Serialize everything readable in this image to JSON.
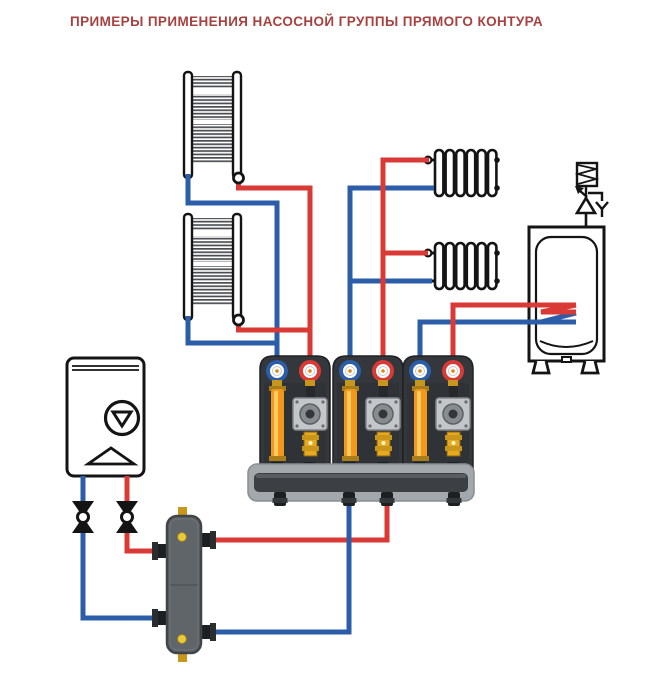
{
  "title": "ПРИМЕРЫ ПРИМЕНЕНИЯ НАСОСНОЙ ГРУППЫ ПРЯМОГО КОНТУРА",
  "colors": {
    "background": "#ffffff",
    "title_text": "#a84040",
    "supply_pipe_red": "#d93a35",
    "return_pipe_blue": "#2b5da8",
    "component_outline_black": "#141414",
    "pump_group_body": "#34383c",
    "manifold_plate": "#a3a8ac",
    "manifold_bar": "#3c4044",
    "separator_body": "#5f6569",
    "brass_orange": "#f2991d",
    "brass_dark": "#c9961c",
    "sensor_yellow": "#e7c93c",
    "pump_flange_gray": "#c3c7ca"
  },
  "components": {
    "boiler": "wall-boiler",
    "towel_radiator_count": 2,
    "section_radiator_count": 2,
    "section_radiator_sections": 6,
    "pump_group_count": 3,
    "manifold": "distribution-manifold",
    "hydraulic_separator": "hydraulic-separator",
    "dhw_tank": "storage-water-heater",
    "safety_group": "safety-valve-with-drain-funnel"
  }
}
